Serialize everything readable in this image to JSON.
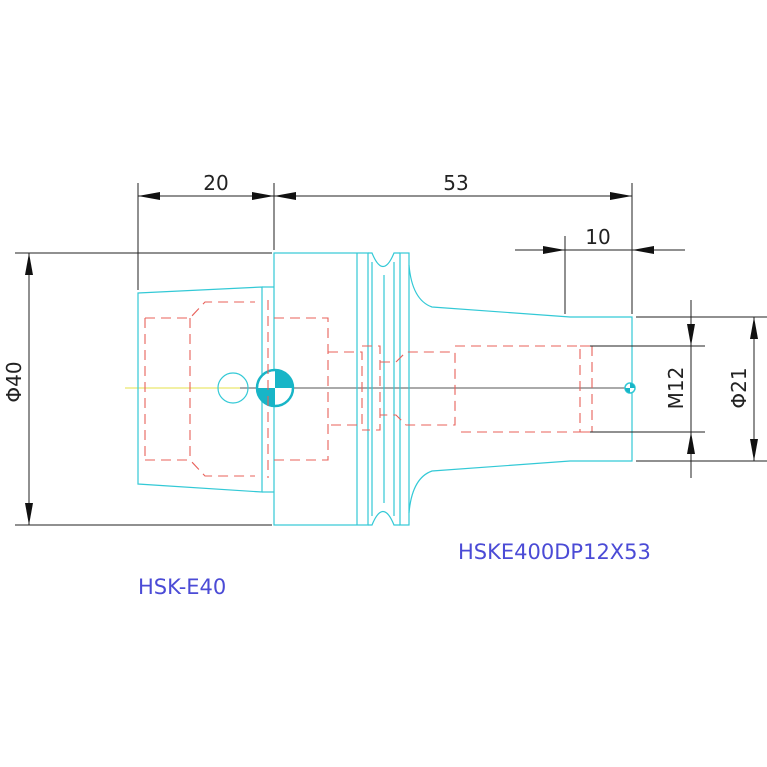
{
  "dimensions": {
    "length_left": "20",
    "length_total": "53",
    "length_right": "10",
    "diameter_flange": "Φ40",
    "thread": "M12",
    "diameter_shank": "Φ21"
  },
  "labels": {
    "part_number": "HSKE400DP12X53",
    "interface": "HSK-E40"
  },
  "colors": {
    "outline": "#33c9d6",
    "hidden": "#e8605a",
    "dimension": "#222222",
    "label": "#4b4bd6",
    "centerline": "#e6e04a"
  }
}
